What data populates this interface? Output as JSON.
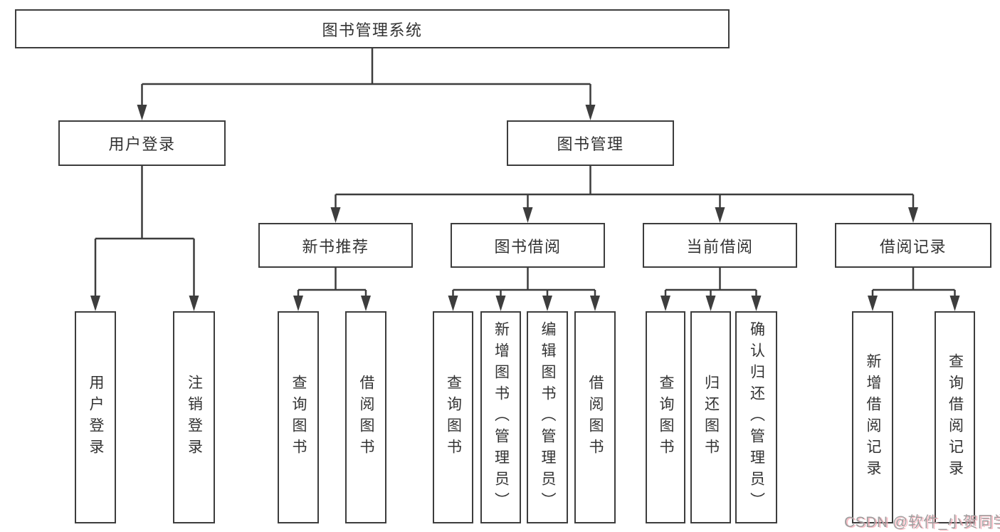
{
  "diagram": {
    "type": "hierarchy-tree",
    "root": {
      "label": "图书管理系统",
      "children": [
        {
          "label": "用户登录",
          "children": [
            {
              "label": "用户登录"
            },
            {
              "label": "注销登录"
            }
          ]
        },
        {
          "label": "图书管理",
          "children": [
            {
              "label": "新书推荐",
              "children": [
                {
                  "label": "查询图书"
                },
                {
                  "label": "借阅图书"
                }
              ]
            },
            {
              "label": "图书借阅",
              "children": [
                {
                  "label": "查询图书"
                },
                {
                  "label": "新增图书（管理员）"
                },
                {
                  "label": "编辑图书（管理员）"
                },
                {
                  "label": "借阅图书"
                }
              ]
            },
            {
              "label": "当前借阅",
              "children": [
                {
                  "label": "查询图书"
                },
                {
                  "label": "归还图书"
                },
                {
                  "label": "确认归还（管理员）"
                }
              ]
            },
            {
              "label": "借阅记录",
              "children": [
                {
                  "label": "新增借阅记录"
                },
                {
                  "label": "查询借阅记录"
                }
              ]
            }
          ]
        }
      ]
    }
  },
  "watermark": {
    "text": "CSDN @软件_小贺同学"
  },
  "colors": {
    "line": "#3d3d3d",
    "text": "#333333",
    "background": "#ffffff",
    "watermark": "#9f9f9f",
    "watermark_shadow": "#f8a6b2"
  }
}
